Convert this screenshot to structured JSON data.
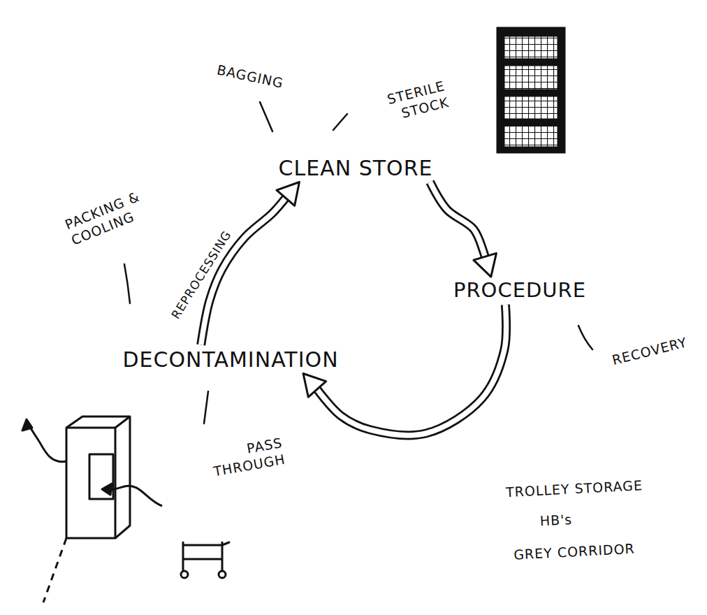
{
  "diagram": {
    "nodes": [
      {
        "text": [
          "CLEAN STORE"
        ]
      },
      {
        "text": [
          "PROCEDURE"
        ]
      },
      {
        "text": [
          "DECONTAMINATION"
        ]
      }
    ],
    "edges": [
      {
        "from": 2,
        "to": 0,
        "label": "REPROCESSING",
        "arrow": "to"
      },
      {
        "from": 0,
        "to": 1,
        "arrow": "to"
      },
      {
        "from": 1,
        "to": 2,
        "arrow": "to"
      }
    ],
    "labels": [
      "BAGGING",
      "STERILE STOCK",
      "PACKING & COOLING",
      "RECOVERY",
      "PASS THROUGH",
      "TROLLEY STORAGE",
      "HB's",
      "GREY CORRIDOR"
    ]
  }
}
